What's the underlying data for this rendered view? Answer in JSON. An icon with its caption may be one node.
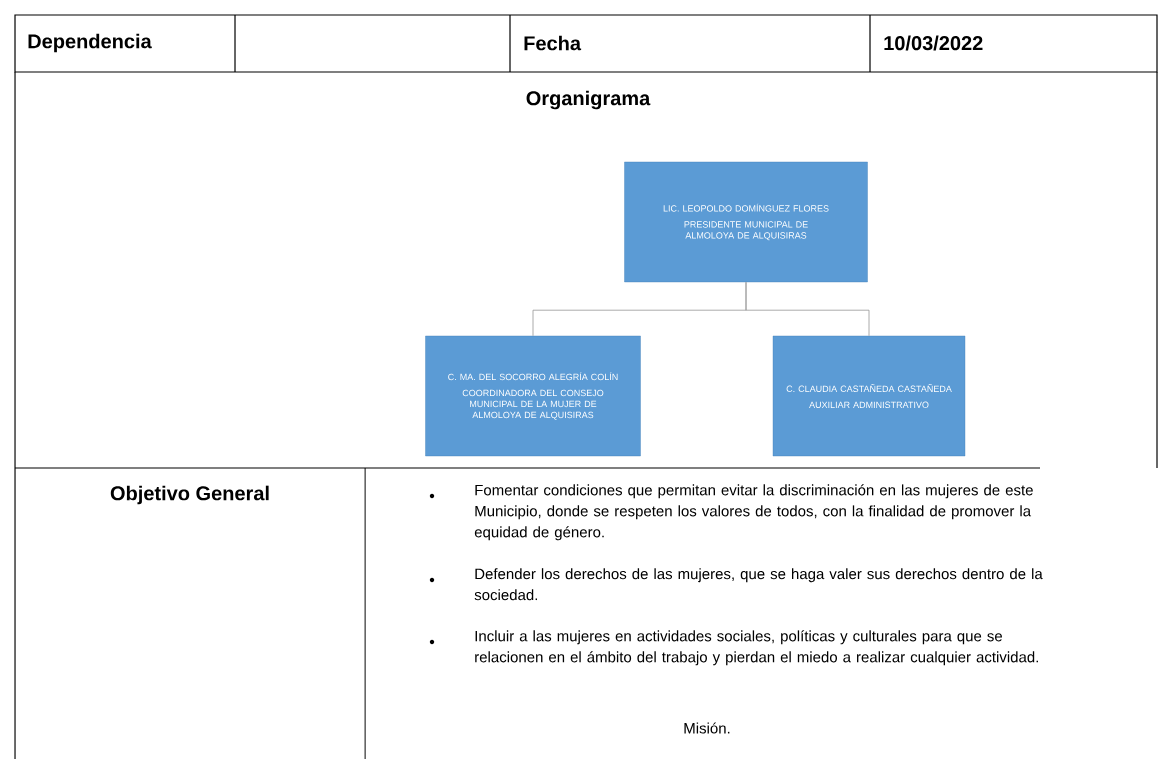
{
  "diagram": {
    "title": "Organigrama",
    "nodes": [
      {
        "text": [
          "LIC. LEOPOLDO DOMÍNGUEZ FLORES",
          "PRESIDENTE MUNICIPAL DE ALMOLOYA DE ALQUISIRAS"
        ]
      },
      {
        "text": [
          "C. MA. DEL SOCORRO ALEGRÍA COLÍN",
          "COORDINADORA DEL CONSEJO MUNICIPAL DE LA MUJER DE ALMOLOYA DE ALQUISIRAS"
        ]
      },
      {
        "text": [
          "C. CLAUDIA CASTAÑEDA CASTAÑEDA",
          "AUXILIAR ADMINISTRATIVO"
        ]
      }
    ],
    "edges": [
      {
        "from": 0,
        "to": 1,
        "arrow": "none"
      },
      {
        "from": 0,
        "to": 2,
        "arrow": "none"
      }
    ],
    "labels": [
      "Dependencia",
      "Fecha",
      "10/03/2022",
      "Objetivo General",
      "Fomentar condiciones que permitan evitar la discriminación en las mujeres de este Municipio, donde se respeten los valores de todos, con la finalidad de promover la equidad de género.",
      "Defender los derechos de las mujeres, que se haga valer sus derechos dentro de la sociedad.",
      "Incluir a las mujeres en actividades sociales, políticas y culturales para que se relacionen en el ámbito del trabajo y pierdan el miedo a realizar cualquier actividad.",
      "Misión."
    ]
  }
}
